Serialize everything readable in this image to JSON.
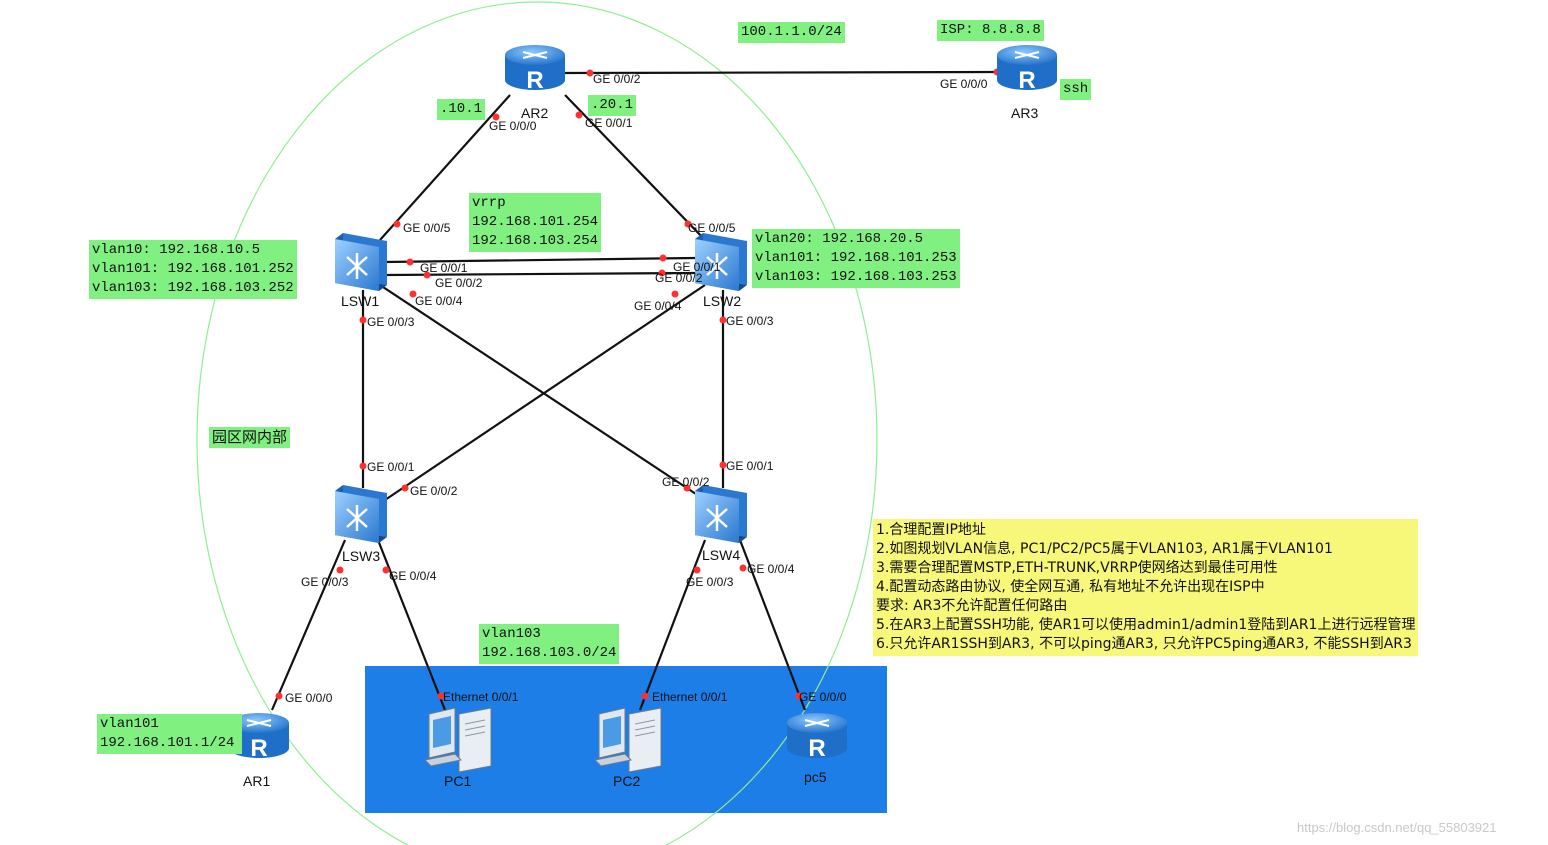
{
  "labels": {
    "subnet_ar2_ar3": "100.1.1.0/24",
    "isp": "ISP: 8.8.8.8",
    "ssh": "ssh",
    "ar2_g000_ip": ".10.1",
    "ar2_g001_ip": ".20.1",
    "vrrp": "vrrp\n192.168.101.254\n192.168.103.254",
    "lsw1_vlans": "vlan10: 192.168.10.5\nvlan101: 192.168.101.252\nvlan103: 192.168.103.252",
    "lsw2_vlans": "vlan20: 192.168.20.5\nvlan101: 192.168.101.253\nvlan103: 192.168.103.253",
    "campus": "园区网内部",
    "vlan103_net": "vlan103\n192.168.103.0/24",
    "ar1_vlan": "vlan101\n192.168.101.1/24"
  },
  "requirements": [
    "1.合理配置IP地址",
    "2.如图规划VLAN信息, PC1/PC2/PC5属于VLAN103, AR1属于VLAN101",
    "3.需要合理配置MSTP,ETH-TRUNK,VRRP使网络达到最佳可用性",
    "4.配置动态路由协议, 使全网互通, 私有地址不允许出现在ISP中",
    "要求: AR3不允许配置任何路由",
    "5.在AR3上配置SSH功能, 使AR1可以使用admin1/admin1登陆到AR1上进行远程管理",
    "6.只允许AR1SSH到AR3, 不可以ping通AR3, 只允许PC5ping通AR3, 不能SSH到AR3"
  ],
  "devices": {
    "ar2": "AR2",
    "ar3": "AR3",
    "lsw1": "LSW1",
    "lsw2": "LSW2",
    "lsw3": "LSW3",
    "lsw4": "LSW4",
    "ar1": "AR1",
    "pc1": "PC1",
    "pc2": "PC2",
    "pc5": "pc5"
  },
  "ports": {
    "ar2_g002": "GE 0/0/2",
    "ar3_g000": "GE 0/0/0",
    "ar2_g000": "GE 0/0/0",
    "ar2_g001": "GE 0/0/1",
    "lsw1_g005": "GE 0/0/5",
    "lsw2_g005": "GE 0/0/5",
    "lsw1_g001": "GE 0/0/1",
    "lsw1_g002": "GE 0/0/2",
    "lsw1_g004": "GE 0/0/4",
    "lsw1_g003": "GE 0/0/3",
    "lsw2_g001": "GE 0/0/1",
    "lsw2_g002": "GE 0/0/2",
    "lsw2_g004": "GE 0/0/4",
    "lsw2_g003": "GE 0/0/3",
    "lsw3_g001": "GE 0/0/1",
    "lsw3_g002": "GE 0/0/2",
    "lsw3_g003": "GE 0/0/3",
    "lsw3_g004": "GE 0/0/4",
    "lsw4_g001": "GE 0/0/1",
    "lsw4_g002": "GE 0/0/2",
    "lsw4_g003": "GE 0/0/3",
    "lsw4_g004": "GE 0/0/4",
    "ar1_g000": "GE 0/0/0",
    "pc1_eth": "Ethernet 0/0/1",
    "pc2_eth": "Ethernet 0/0/1",
    "pc5_g000": "GE 0/0/0"
  },
  "watermark": "https://blog.csdn.net/qq_55803921",
  "colors": {
    "label_green": "#80f080",
    "note_yellow": "#f7f77a",
    "ellipse": "#90ee90",
    "lan_box": "#1e7ee8",
    "port_dot": "#ff3030",
    "device_blue": "#3a8ee0"
  }
}
